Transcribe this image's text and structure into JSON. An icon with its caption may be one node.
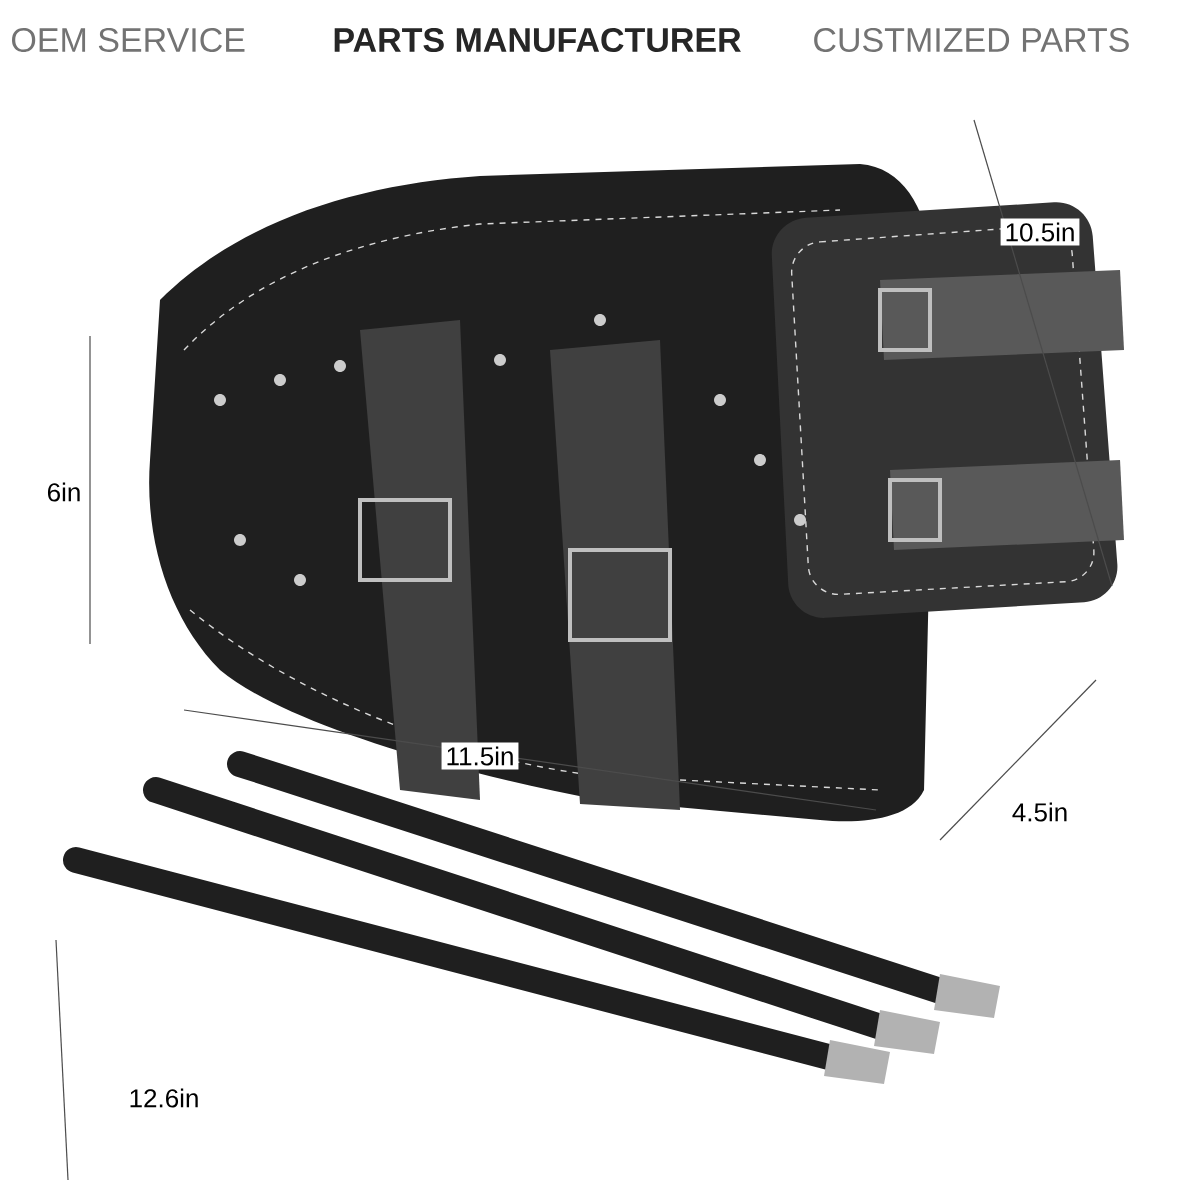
{
  "diagram": {
    "labels": [
      "OEM SERVICE",
      "PARTS MANUFACTURER",
      "CUSTMIZED PARTS",
      "10.5in",
      "6in",
      "11.5in",
      "4.5in",
      "12.6in"
    ]
  }
}
